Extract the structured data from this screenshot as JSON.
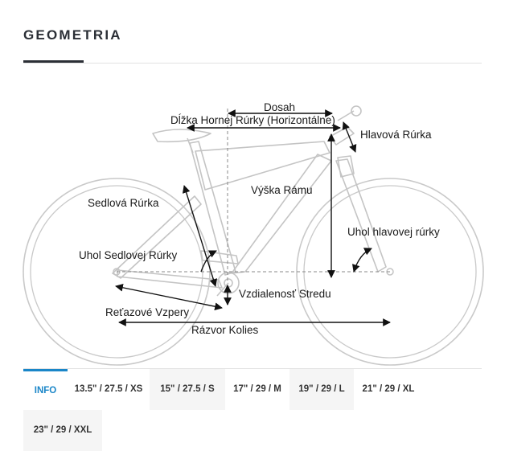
{
  "section": {
    "title": "GEOMETRIA"
  },
  "labels": {
    "reach": "Dosah",
    "top_tube": "Dĺžka Hornej Rúrky (Horizontálne)",
    "head_tube": "Hlavová Rúrka",
    "frame_height": "Výška Rámu",
    "seat_tube": "Sedlová Rúrka",
    "head_tube_angle": "Uhol hlavovej rúrky",
    "seat_tube_angle": "Uhol Sedlovej Rúrky",
    "bb_drop": "Vzdialenosť Stredu",
    "chainstay": "Reťazové Vzpery",
    "wheelbase": "Rázvor Kolies"
  },
  "tabs": [
    {
      "label": "INFO",
      "active": true
    },
    {
      "label": "13.5\" / 27.5 / XS",
      "active": false
    },
    {
      "label": "15\" / 27.5 / S",
      "active": false
    },
    {
      "label": "17\" / 29 / M",
      "active": false
    },
    {
      "label": "19\" / 29 / L",
      "active": false
    },
    {
      "label": "21\" / 29 / XL",
      "active": false
    },
    {
      "label": "23\" / 29 / XXL",
      "active": false
    }
  ],
  "colors": {
    "accent": "#1a86c8",
    "text": "#2b2f36",
    "bike_outline": "#c9c9c9"
  }
}
